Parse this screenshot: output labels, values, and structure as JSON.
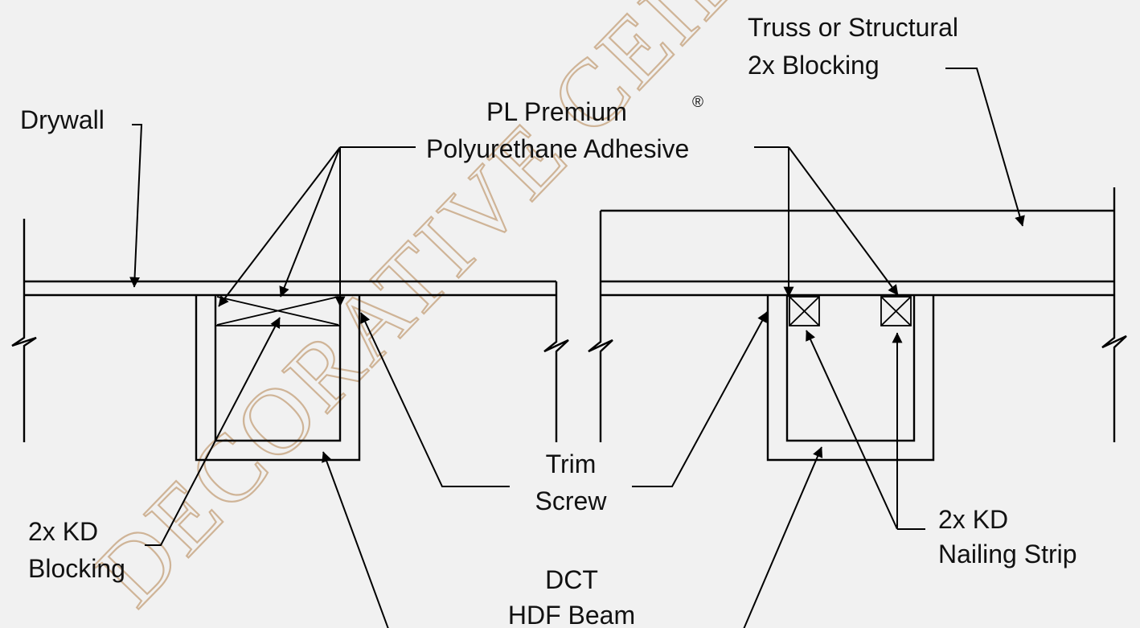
{
  "watermark": "DECORATIVE CEILI",
  "labels": {
    "drywall": "Drywall",
    "adhesive_line1": "PL Premium",
    "adhesive_reg": "®",
    "adhesive_line2": "Polyurethane Adhesive",
    "truss_line1": "Truss or Structural",
    "truss_line2": "2x Blocking",
    "trim_line1": "Trim",
    "trim_line2": "Screw",
    "blocking_line1": "2x KD",
    "blocking_line2": "Blocking",
    "beam_line1": "DCT",
    "beam_line2": "HDF Beam",
    "nailing_line1": "2x KD",
    "nailing_line2": "Nailing Strip"
  }
}
